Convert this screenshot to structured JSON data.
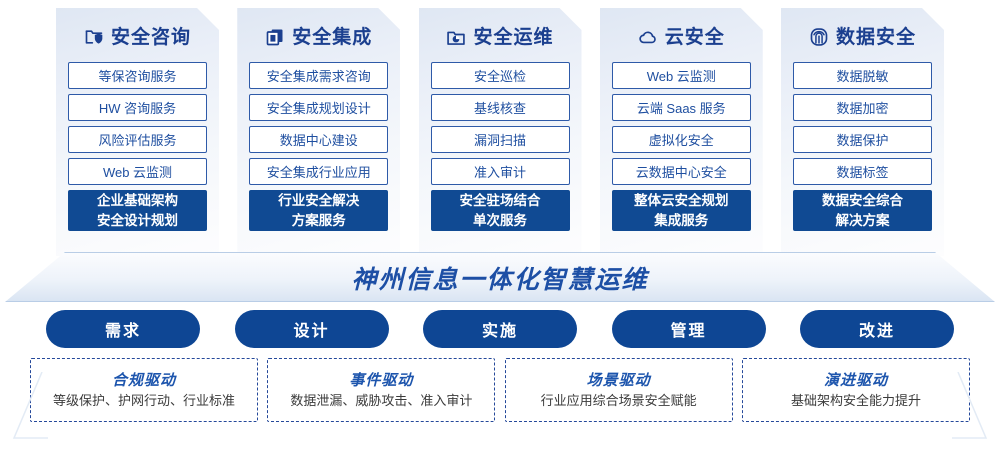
{
  "columns": [
    {
      "icon": "folder-shield-icon",
      "title": "安全咨询",
      "items": [
        "等保咨询服务",
        "HW 咨询服务",
        "风险评估服务",
        "Web 云监测"
      ],
      "highlight": [
        "企业基础架构",
        "安全设计规划"
      ]
    },
    {
      "icon": "stacked-documents-icon",
      "title": "安全集成",
      "items": [
        "安全集成需求咨询",
        "安全集成规划设计",
        "数据中心建设",
        "安全集成行业应用"
      ],
      "highlight": [
        "行业安全解决",
        "方案服务"
      ]
    },
    {
      "icon": "folder-chart-icon",
      "title": "安全运维",
      "items": [
        "安全巡检",
        "基线核查",
        "漏洞扫描",
        "准入审计"
      ],
      "highlight": [
        "安全驻场结合",
        "单次服务"
      ]
    },
    {
      "icon": "cloud-icon",
      "title": "云安全",
      "items": [
        "Web 云监测",
        "云端 Saas 服务",
        "虚拟化安全",
        "云数据中心安全"
      ],
      "highlight": [
        "整体云安全规划",
        "集成服务"
      ]
    },
    {
      "icon": "fingerprint-icon",
      "title": "数据安全",
      "items": [
        "数据脱敏",
        "数据加密",
        "数据保护",
        "数据标签"
      ],
      "highlight": [
        "数据安全综合",
        "解决方案"
      ]
    }
  ],
  "banner": {
    "text": "神州信息一体化智慧运维"
  },
  "pills": [
    {
      "label": "需求"
    },
    {
      "label": "设计"
    },
    {
      "label": "实施"
    },
    {
      "label": "管理"
    },
    {
      "label": "改进"
    }
  ],
  "drivers": [
    {
      "title": "合规驱动",
      "desc": "等级保护、护网行动、行业标准"
    },
    {
      "title": "事件驱动",
      "desc": "数据泄漏、威胁攻击、准入审计"
    },
    {
      "title": "场景驱动",
      "desc": "行业应用综合场景安全赋能"
    },
    {
      "title": "演进驱动",
      "desc": "基础架构安全能力提升"
    }
  ],
  "colors": {
    "primary": "#0e4694",
    "title_blue": "#1b3f8f",
    "item_text": "#1f4fa0",
    "solid_bg": "#104a93",
    "dashed_border": "#24489a",
    "driver_title": "#1d55ad"
  }
}
